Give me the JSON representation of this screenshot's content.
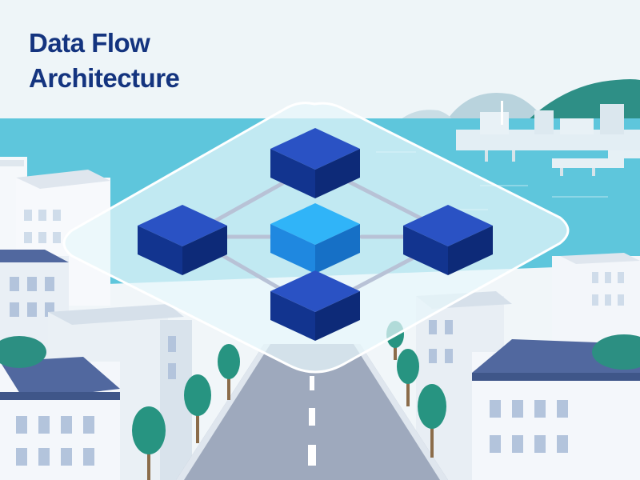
{
  "title": {
    "line1": "Data Flow",
    "line2": "Architecture"
  },
  "colors": {
    "title": "#14347f",
    "sky": "#eef5f8",
    "sea": "#5ec6dc",
    "hills": "#2e8f86",
    "trees": "#279481",
    "roofs": "#51689f",
    "node_dark": "#1a3da6",
    "node_center": "#2aa4f2",
    "connector": "#b8c2d6",
    "platform": "#e8f6fb"
  },
  "diagram": {
    "center_node": "center-node",
    "outer_nodes": [
      "top-node",
      "left-node",
      "right-node",
      "bottom-node"
    ],
    "connections": [
      [
        "top-node",
        "left-node"
      ],
      [
        "top-node",
        "right-node"
      ],
      [
        "left-node",
        "bottom-node"
      ],
      [
        "right-node",
        "bottom-node"
      ]
    ]
  }
}
